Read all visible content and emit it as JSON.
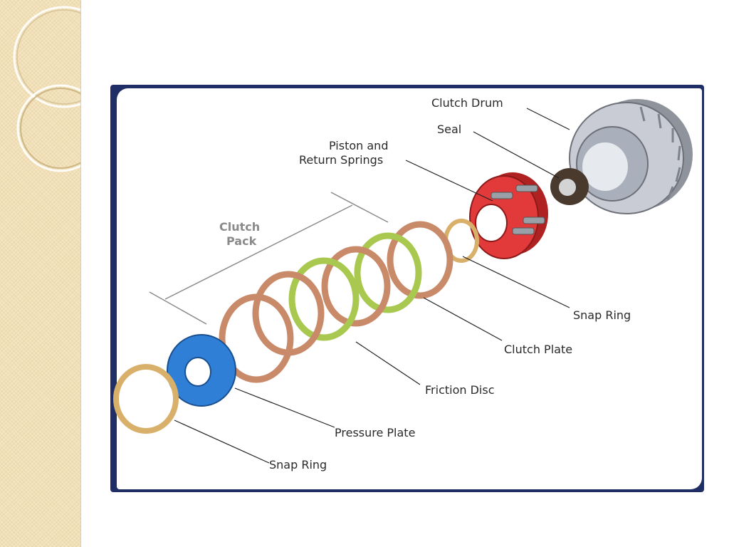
{
  "labels": {
    "clutch_drum": "Clutch Drum",
    "seal": "Seal",
    "piston_line1": "Piston and",
    "piston_line2": "Return Springs",
    "clutch_pack_line1": "Clutch",
    "clutch_pack_line2": "Pack",
    "snap_ring_right": "Snap Ring",
    "clutch_plate": "Clutch Plate",
    "friction_disc": "Friction Disc",
    "pressure_plate": "Pressure Plate",
    "snap_ring_left": "Snap Ring"
  },
  "colors": {
    "frame": "#1f2f66",
    "side_band": "#f4e4c0",
    "snap_ring": "#d8b06a",
    "pressure_plate": "#2f7fd6",
    "steel_plate": "#c98a6a",
    "friction_disc": "#a8c850",
    "piston": "#e23a3a",
    "drum": "#c9ccd4"
  }
}
